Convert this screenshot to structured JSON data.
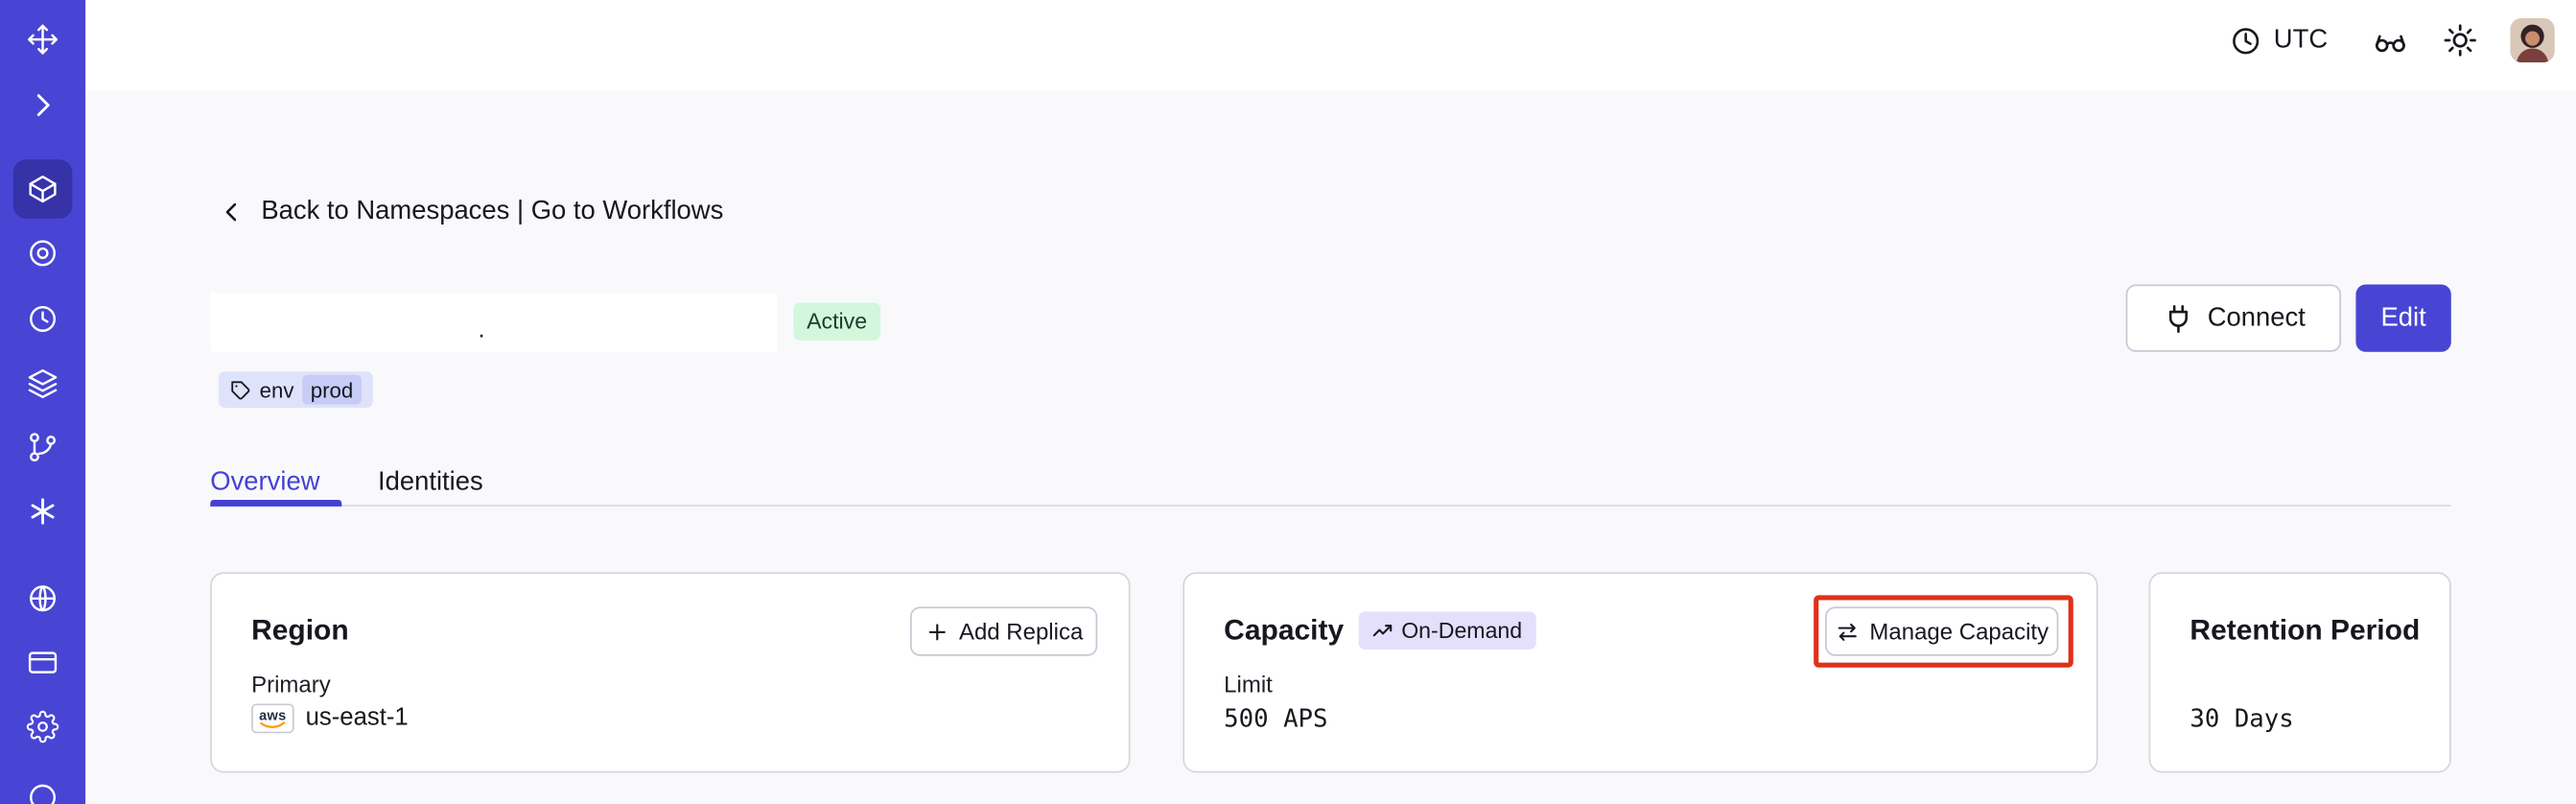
{
  "topbar": {
    "timezone_label": "UTC",
    "icons": [
      "clock-icon",
      "glasses-icon",
      "sun-icon",
      "user-avatar"
    ]
  },
  "sidebar": {
    "active_item": "namespaces",
    "icons": [
      "logo-move-icon",
      "expand-chevron-icon",
      "namespaces-cube-icon",
      "workflows-icon",
      "schedules-icon",
      "deployments-layers-icon",
      "nexus-branch-icon",
      "batch-asterisk-icon",
      "usage-globe-icon",
      "billing-card-icon",
      "settings-gear-icon",
      "support-icon"
    ]
  },
  "breadcrumb": {
    "back_label": "Back to Namespaces",
    "separator": "|",
    "forward_label": "Go to Workflows"
  },
  "namespace": {
    "visible_char": ".",
    "status_badge": "Active",
    "tag_key": "env",
    "tag_value": "prod"
  },
  "header_actions": {
    "connect_label": "Connect",
    "edit_label": "Edit"
  },
  "tabs": [
    {
      "label": "Overview",
      "active": true
    },
    {
      "label": "Identities",
      "active": false
    }
  ],
  "cards": {
    "region": {
      "title": "Region",
      "add_replica_label": "Add Replica",
      "primary_label": "Primary",
      "provider_logo": "aws",
      "region_value": "us-east-1"
    },
    "capacity": {
      "title": "Capacity",
      "badge_label": "On-Demand",
      "manage_label": "Manage Capacity",
      "limit_label": "Limit",
      "limit_value": "500 APS",
      "annotation_color": "#E0301B"
    },
    "retention": {
      "title": "Retention Period",
      "value": "30 Days"
    }
  },
  "colors": {
    "sidebar_bg": "#4845D4",
    "sidebar_active_bg": "#3632A8",
    "accent": "#4540D4",
    "main_bg": "#F9F9FB",
    "status_green_bg": "#D2F7DC",
    "tag_chip_bg": "#DFE2FB",
    "tag_value_bg": "#C7CCF6",
    "ondemand_badge_bg": "#E4DFFB",
    "annotation_red": "#E0301B"
  }
}
